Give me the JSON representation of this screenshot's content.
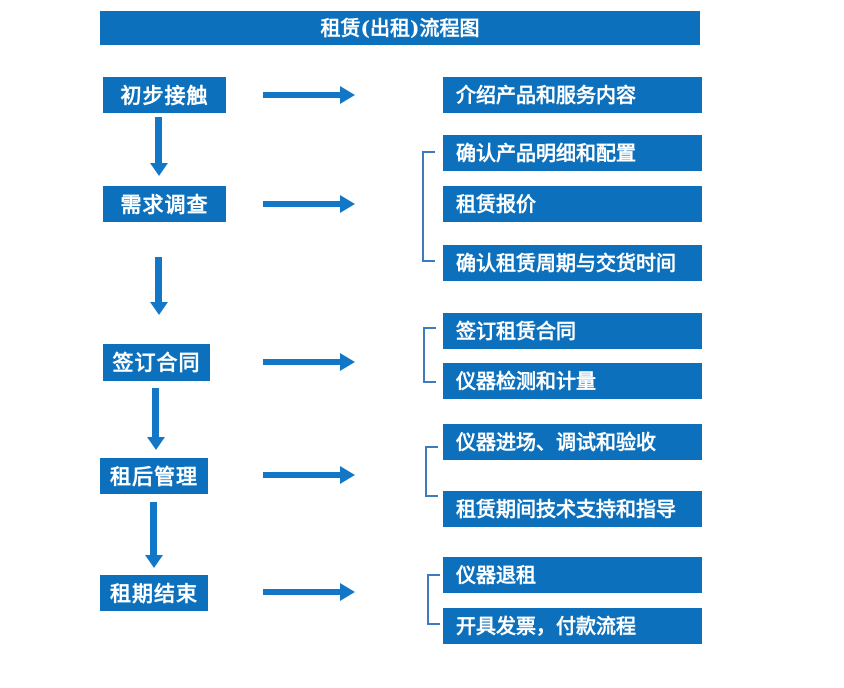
{
  "title": "租赁(出租)流程图",
  "steps": [
    {
      "label": "初步接触",
      "outputs": [
        "介绍产品和服务内容"
      ]
    },
    {
      "label": "需求调查",
      "outputs": [
        "确认产品明细和配置",
        "租赁报价",
        "确认租赁周期与交货时间"
      ]
    },
    {
      "label": "签订合同",
      "outputs": [
        "签订租赁合同",
        "仪器检测和计量"
      ]
    },
    {
      "label": "租后管理",
      "outputs": [
        "仪器进场、调试和验收",
        "租赁期间技术支持和指导"
      ]
    },
    {
      "label": "租期结束",
      "outputs": [
        "仪器退租",
        "开具发票，付款流程"
      ]
    }
  ],
  "colors": {
    "box_fill": "#0d70bc",
    "arrow": "#1377c8",
    "bracket": "#3c7bbe",
    "text": "#ffffff",
    "background": "#ffffff"
  }
}
